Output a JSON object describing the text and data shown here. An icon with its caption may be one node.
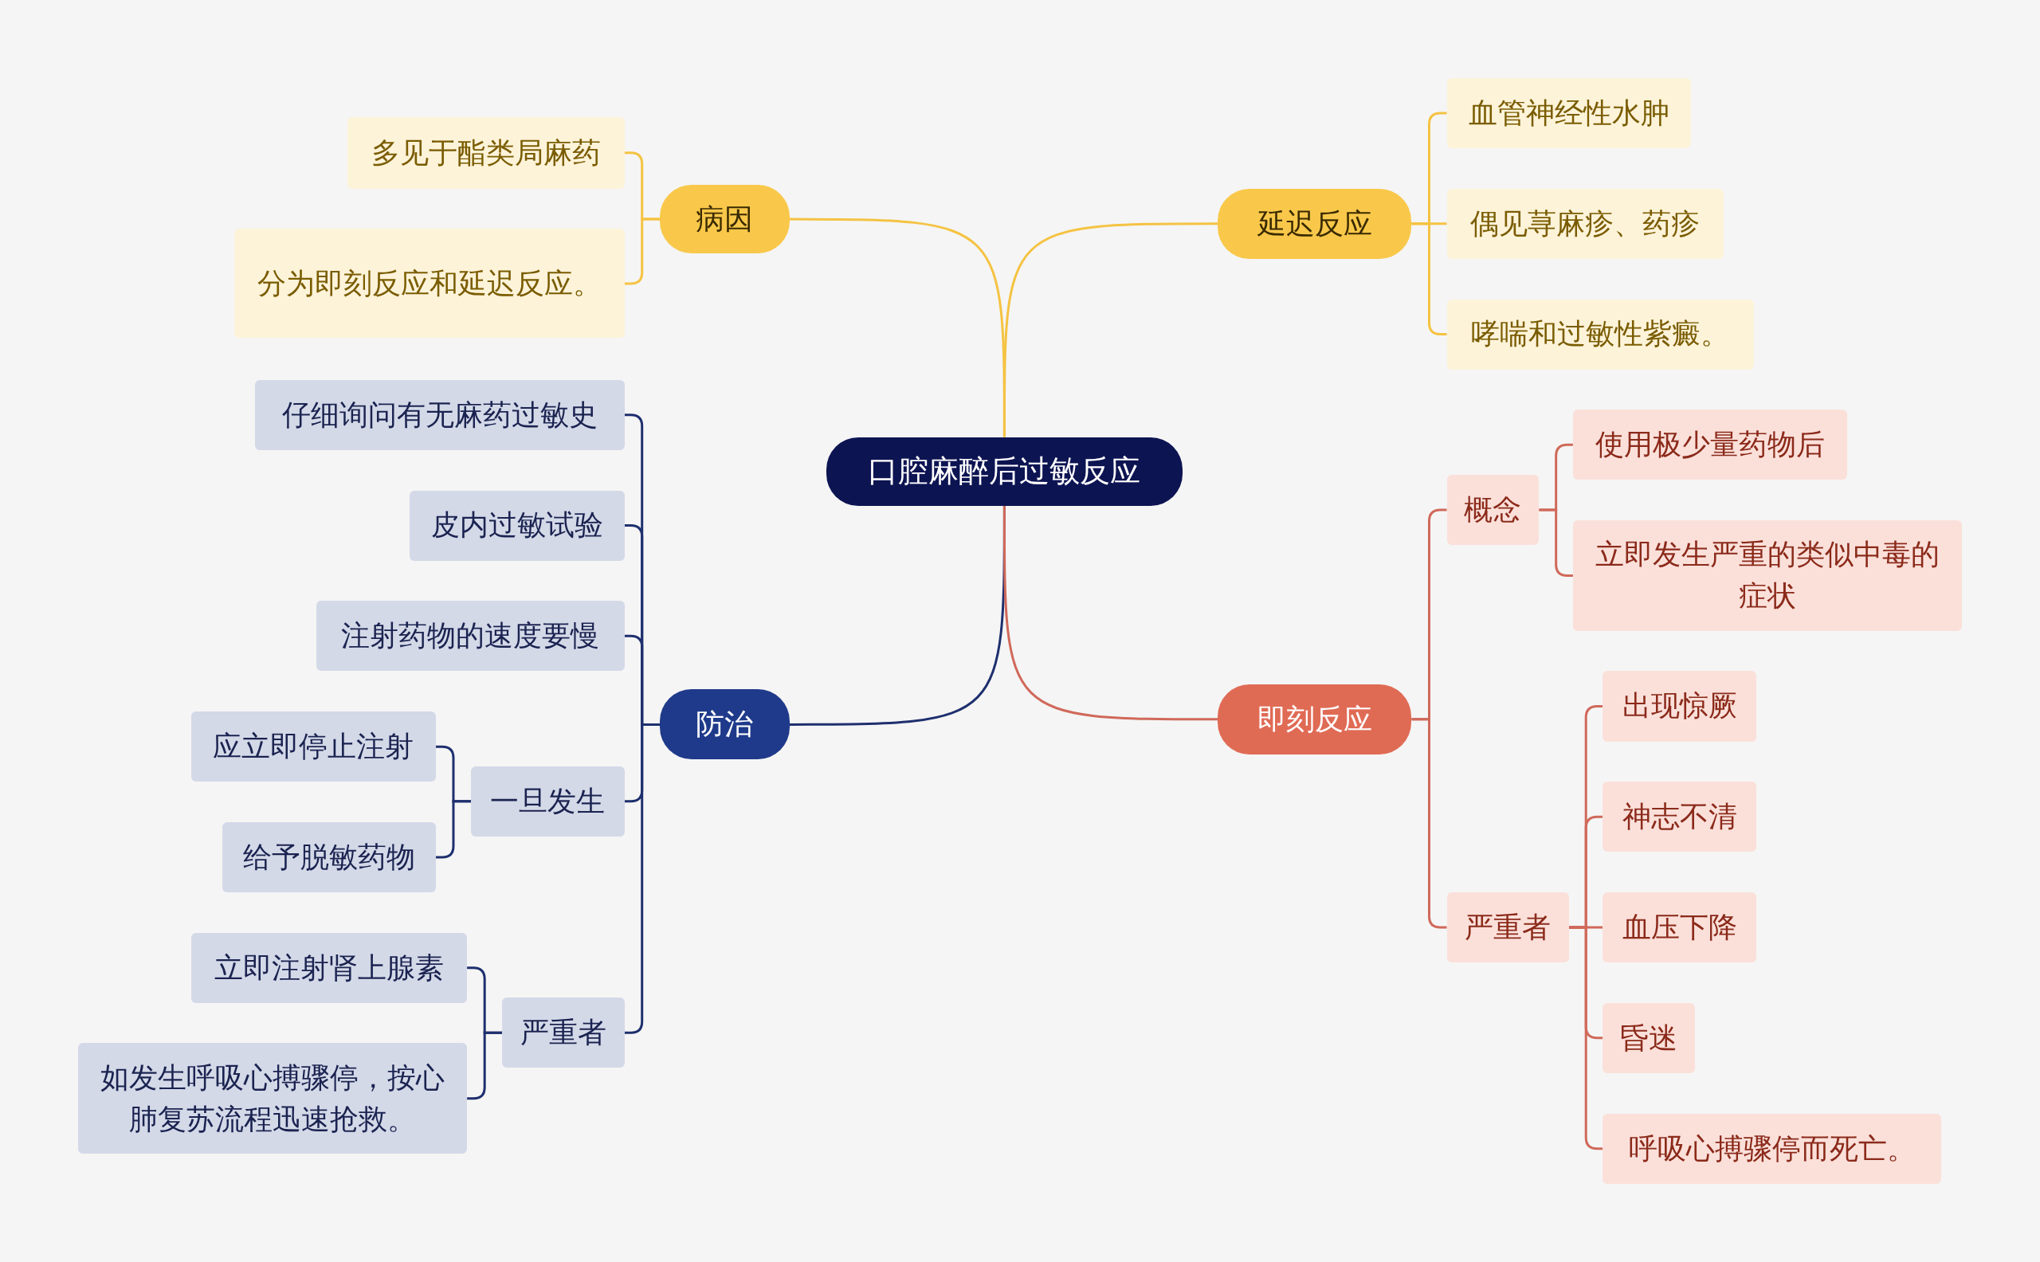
{
  "diagram": {
    "nodes": [
      {
        "text": [
          "口腔麻醉后过敏反应"
        ]
      },
      {
        "text": [
          "病因"
        ]
      },
      {
        "text": [
          "多见于酯类局麻药"
        ]
      },
      {
        "text": [
          "分为即刻反应和延迟反应。"
        ]
      },
      {
        "text": [
          "延迟反应"
        ]
      },
      {
        "text": [
          "血管神经性水肿"
        ]
      },
      {
        "text": [
          "偶见荨麻疹、药疹"
        ]
      },
      {
        "text": [
          "哮喘和过敏性紫癜。"
        ]
      },
      {
        "text": [
          "防治"
        ]
      },
      {
        "text": [
          "仔细询问有无麻药过敏史"
        ]
      },
      {
        "text": [
          "皮内过敏试验"
        ]
      },
      {
        "text": [
          "注射药物的速度要慢"
        ]
      },
      {
        "text": [
          "一旦发生"
        ]
      },
      {
        "text": [
          "应立即停止注射"
        ]
      },
      {
        "text": [
          "给予脱敏药物"
        ]
      },
      {
        "text": [
          "严重者"
        ]
      },
      {
        "text": [
          "立即注射肾上腺素"
        ]
      },
      {
        "text": [
          "如发生呼吸心搏骤停，按心肺复苏流程迅速抢救。"
        ]
      },
      {
        "text": [
          "即刻反应"
        ]
      },
      {
        "text": [
          "概念"
        ]
      },
      {
        "text": [
          "使用极少量药物后"
        ]
      },
      {
        "text": [
          "立即发生严重的类似中毒的症状"
        ]
      },
      {
        "text": [
          "严重者"
        ]
      },
      {
        "text": [
          "出现惊厥"
        ]
      },
      {
        "text": [
          "神志不清"
        ]
      },
      {
        "text": [
          "血压下降"
        ]
      },
      {
        "text": [
          "昏迷"
        ]
      },
      {
        "text": [
          "呼吸心搏骤停而死亡。"
        ]
      }
    ],
    "edges": [
      {
        "from": 0,
        "to": 1,
        "arrow": "none",
        "color": "#f5c342"
      },
      {
        "from": 1,
        "to": 2,
        "arrow": "none",
        "color": "#f5c342"
      },
      {
        "from": 1,
        "to": 3,
        "arrow": "none",
        "color": "#f5c342"
      },
      {
        "from": 0,
        "to": 4,
        "arrow": "none",
        "color": "#f5c342"
      },
      {
        "from": 4,
        "to": 5,
        "arrow": "none",
        "color": "#f5c342"
      },
      {
        "from": 4,
        "to": 6,
        "arrow": "none",
        "color": "#f5c342"
      },
      {
        "from": 4,
        "to": 7,
        "arrow": "none",
        "color": "#f5c342"
      },
      {
        "from": 0,
        "to": 8,
        "arrow": "none",
        "color": "#1e2f6e"
      },
      {
        "from": 8,
        "to": 9,
        "arrow": "none",
        "color": "#1e2f6e"
      },
      {
        "from": 8,
        "to": 10,
        "arrow": "none",
        "color": "#1e2f6e"
      },
      {
        "from": 8,
        "to": 11,
        "arrow": "none",
        "color": "#1e2f6e"
      },
      {
        "from": 8,
        "to": 12,
        "arrow": "none",
        "color": "#1e2f6e"
      },
      {
        "from": 12,
        "to": 13,
        "arrow": "none",
        "color": "#1e2f6e"
      },
      {
        "from": 12,
        "to": 14,
        "arrow": "none",
        "color": "#1e2f6e"
      },
      {
        "from": 8,
        "to": 15,
        "arrow": "none",
        "color": "#1e2f6e"
      },
      {
        "from": 15,
        "to": 16,
        "arrow": "none",
        "color": "#1e2f6e"
      },
      {
        "from": 15,
        "to": 17,
        "arrow": "none",
        "color": "#1e2f6e"
      },
      {
        "from": 0,
        "to": 18,
        "arrow": "none",
        "color": "#d0695a"
      },
      {
        "from": 18,
        "to": 19,
        "arrow": "none",
        "color": "#d0695a"
      },
      {
        "from": 19,
        "to": 20,
        "arrow": "none",
        "color": "#d0695a"
      },
      {
        "from": 19,
        "to": 21,
        "arrow": "none",
        "color": "#d0695a"
      },
      {
        "from": 18,
        "to": 22,
        "arrow": "none",
        "color": "#d0695a"
      },
      {
        "from": 22,
        "to": 23,
        "arrow": "none",
        "color": "#d0695a"
      },
      {
        "from": 22,
        "to": 24,
        "arrow": "none",
        "color": "#d0695a"
      },
      {
        "from": 22,
        "to": 25,
        "arrow": "none",
        "color": "#d0695a"
      },
      {
        "from": 22,
        "to": 26,
        "arrow": "none",
        "color": "#d0695a"
      },
      {
        "from": 22,
        "to": 27,
        "arrow": "none",
        "color": "#d0695a"
      }
    ]
  }
}
